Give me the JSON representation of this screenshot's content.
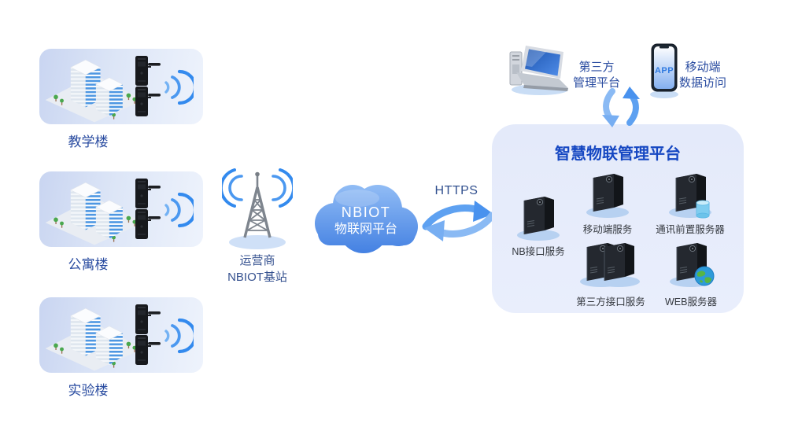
{
  "buildings": [
    {
      "label": "教学楼"
    },
    {
      "label": "公寓楼"
    },
    {
      "label": "实验楼"
    }
  ],
  "base_station": {
    "line1": "运营商",
    "line2": "NBIOT基站"
  },
  "cloud": {
    "line1": "NBIOT",
    "line2": "物联网平台"
  },
  "connection": {
    "protocol_label": "HTTPS"
  },
  "platform": {
    "title": "智慧物联管理平台",
    "servers": [
      {
        "label": "NB接口服务"
      },
      {
        "label": "移动端服务"
      },
      {
        "label": "通讯前置服务器"
      },
      {
        "label": "第三方接口服务"
      },
      {
        "label": "WEB服务器"
      }
    ]
  },
  "clients": {
    "third_party": {
      "line1": "第三方",
      "line2": "管理平台"
    },
    "mobile": {
      "line1": "移动端",
      "line2": "数据访问",
      "screen_text": "APP"
    }
  },
  "icons": {
    "building": "building-icon",
    "lock": "smart-lock-icon",
    "wifi": "wifi-signal-icon",
    "base_station": "base-station-icon",
    "cloud": "cloud-icon",
    "sync": "sync-arrows-icon",
    "server": "server-icon",
    "database": "database-icon",
    "globe": "globe-icon",
    "laptop": "laptop-icon",
    "phone": "smartphone-icon"
  },
  "colors": {
    "accent_blue": "#2b4da1",
    "title_blue": "#1547c2",
    "signal_blue": "#3f8ef0",
    "cloud_top": "#92bdf5",
    "cloud_bottom": "#3b7ae0",
    "card_bg": "#ccd8f2",
    "panel_bg": "#e6ecfa",
    "server_label": "#35393f",
    "arrow_blue": "#4992ee"
  }
}
